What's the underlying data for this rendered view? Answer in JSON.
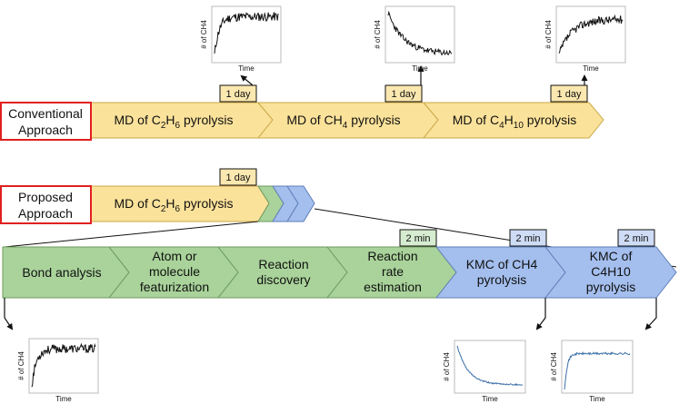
{
  "conventional": {
    "label_line1": "Conventional",
    "label_line2": "Approach",
    "stages": [
      {
        "prefix": "MD of C",
        "sub": "2",
        "mid": "H",
        "sub2": "6",
        "suffix": " pyrolysis"
      },
      {
        "prefix": "MD of CH",
        "sub": "4",
        "mid": "",
        "sub2": "",
        "suffix": " pyrolysis"
      },
      {
        "prefix": "MD of C",
        "sub": "4",
        "mid": "H",
        "sub2": "10",
        "suffix": " pyrolysis"
      }
    ],
    "time_tags": [
      "1 day",
      "1 day",
      "1 day"
    ]
  },
  "proposed": {
    "label_line1": "Proposed",
    "label_line2": "Approach",
    "stage": {
      "prefix": "MD of C",
      "sub": "2",
      "mid": "H",
      "sub2": "6",
      "suffix": " pyrolysis"
    },
    "time_tag": "1 day"
  },
  "pipeline": {
    "steps": [
      {
        "lines": [
          "Bond analysis"
        ]
      },
      {
        "lines": [
          "Atom or",
          "molecule",
          "featurization"
        ]
      },
      {
        "lines": [
          "Reaction",
          "discovery"
        ]
      },
      {
        "lines": [
          "Reaction",
          "rate",
          "estimation"
        ]
      },
      {
        "lines": [
          "KMC of CH4",
          "pyrolysis"
        ]
      },
      {
        "lines": [
          "KMC of",
          "C4H10",
          "pyrolysis"
        ]
      }
    ],
    "time_tags": [
      "2 min",
      "2 min",
      "2 min"
    ]
  },
  "plots": {
    "ylabel": "# of CH4",
    "xlabel": "Time"
  },
  "colors": {
    "md_fill": "#fbe29a",
    "md_stroke": "#c9a84a",
    "green_fill": "#a9d39a",
    "green_stroke": "#6f9a5f",
    "blue_fill": "#a4bfee",
    "blue_stroke": "#5f7fb8",
    "label_border": "#e02020",
    "md_tag_fill": "#fbe8b0",
    "green_tag_fill": "#d6ecd0",
    "blue_tag_fill": "#cfdcf5",
    "line_black": "#111111",
    "line_blue": "#3b6fa8"
  }
}
